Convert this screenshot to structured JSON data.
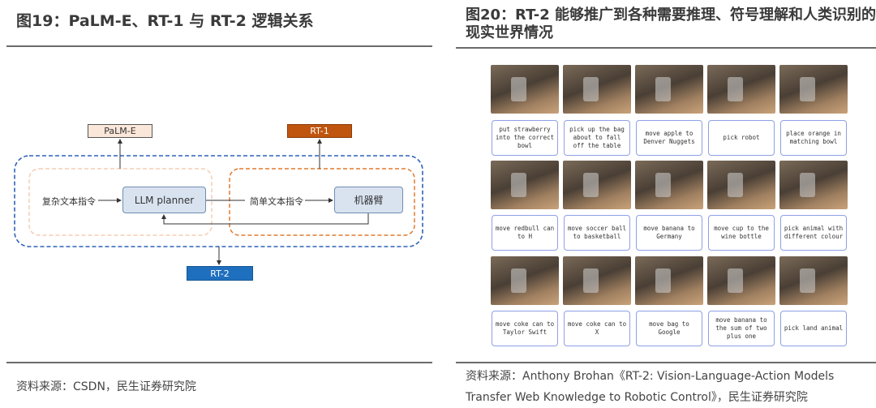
{
  "left": {
    "title": "图19：PaLM-E、RT-1 与 RT-2 逻辑关系",
    "boxes": {
      "palm_e": "PaLM-E",
      "rt1": "RT-1",
      "rt2": "RT-2",
      "llm_planner": "LLM planner",
      "robot_arm": "机器臂"
    },
    "labels": {
      "complex_instruction": "复杂文本指令",
      "simple_instruction": "简单文本指令"
    },
    "source": "资料来源：CSDN，民生证券研究院"
  },
  "right": {
    "title": "图20：RT-2 能够推广到各种需要推理、符号理解和人类识别的现实世界情况",
    "captions": [
      "put strawberry into the correct bowl",
      "pick up the bag about to fall off the table",
      "move apple to Denver Nuggets",
      "pick robot",
      "place orange in matching bowl",
      "move redbull can to H",
      "move soccer ball to basketball",
      "move banana to Germany",
      "move cup to the wine bottle",
      "pick animal with different colour",
      "move coke can to Taylor Swift",
      "move coke can to X",
      "move bag to Google",
      "move banana to the sum of two plus one",
      "pick land animal"
    ],
    "source_line1": "资料来源：Anthony Brohan《RT-2: Vision-Language-Action Models",
    "source_line2": "Transfer Web Knowledge to Robotic Control》，民生证券研究院"
  }
}
